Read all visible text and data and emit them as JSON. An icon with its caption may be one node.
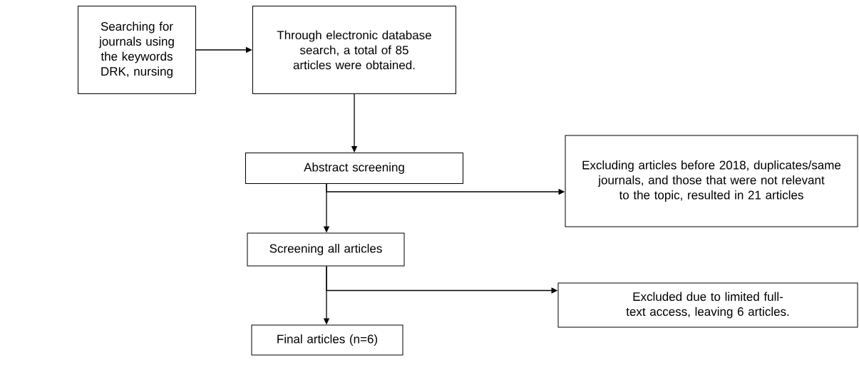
{
  "diagram": {
    "nodes": [
      {
        "text": [
          "Searching for journals using the keywords DRK, nursing"
        ]
      },
      {
        "text": [
          "Through electronic database search, a total of 85 articles were obtained."
        ]
      },
      {
        "text": [
          "Abstract screening"
        ]
      },
      {
        "text": [
          "Excluding articles before 2018, duplicates/same journals, and those that were not relevant to the topic, resulted in 21 articles"
        ]
      },
      {
        "text": [
          "Screening all articles"
        ]
      },
      {
        "text": [
          "Excluded due to limited full-text access, leaving 6 articles."
        ]
      },
      {
        "text": [
          "Final articles (n=6)"
        ]
      }
    ],
    "edges": [
      {
        "from": 0,
        "to": 1,
        "arrow": "to"
      },
      {
        "from": 1,
        "to": 2,
        "arrow": "to"
      },
      {
        "from": 2,
        "to": 4,
        "arrow": "to"
      },
      {
        "from": 2,
        "to": 3,
        "arrow": "to"
      },
      {
        "from": 4,
        "to": 6,
        "arrow": "to"
      },
      {
        "from": 4,
        "to": 5,
        "arrow": "to"
      }
    ]
  }
}
